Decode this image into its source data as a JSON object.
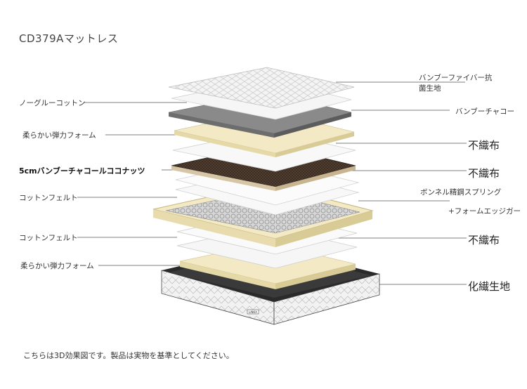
{
  "title": "CD379Aマットレス",
  "footer": "こちらは3D効果図です。製品は実物を基準としてください。",
  "brand_mark": "LINKX",
  "left_labels": [
    "ノーグルーコットン",
    "柔らかい弾力フォーム",
    "5cmバンブーチャコールココナッツ",
    "コットンフェルト",
    "コットンフェルト",
    "柔らかい弾力フォーム"
  ],
  "right_labels": [
    "バンブーファイバー抗",
    "菌生地",
    "バンブーチャコー",
    "不織布",
    "不織布",
    "ボンネル精鋼スプリング",
    "+フォームエッジガー",
    "不織布",
    "化繊生地"
  ]
}
